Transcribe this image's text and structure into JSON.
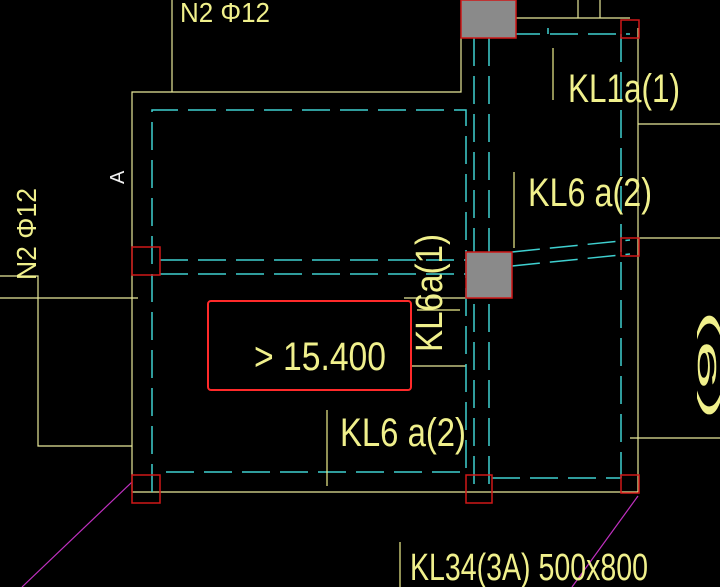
{
  "drawing": {
    "labels": {
      "rebar_top": "N2 Φ12",
      "rebar_left": "N2 Φ12",
      "grid_a": "A",
      "kl1a": "KL1a(1)",
      "kl6a_upper": "KL6 a(2)",
      "kl6a_lower": "KL6 a(2)",
      "kl6a_vertical": "KL6a(1)",
      "kl34": "KL34(3A) 500x800",
      "elevation": "> 15.400",
      "right_edge": "(9)"
    },
    "colors": {
      "background": "#000000",
      "wall": "#e8e89a",
      "beam_dash": "#3fd0d0",
      "column_outline": "#d01818",
      "column_fill": "#8a8a8a",
      "text": "#f0f08c",
      "selection": "#ff2a2a",
      "diagonal": "#c030c0"
    }
  }
}
